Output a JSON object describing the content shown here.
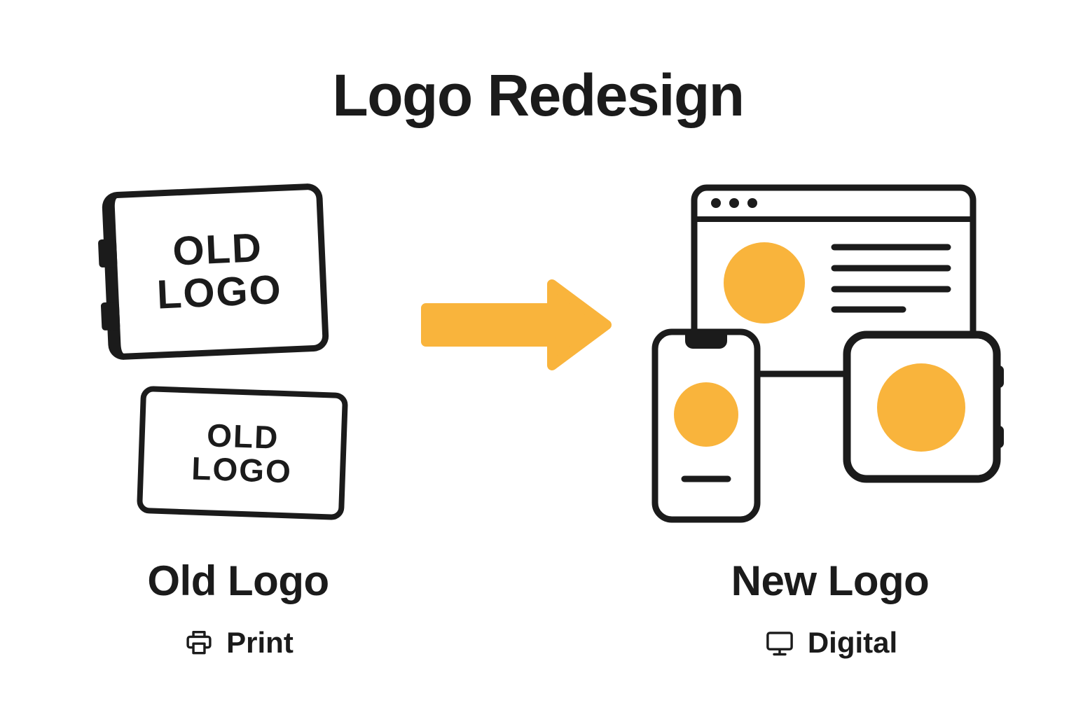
{
  "title": "Logo Redesign",
  "colors": {
    "accent": "#F9B43C",
    "ink": "#1B1B1B",
    "bg": "#FFFFFF"
  },
  "old_logo": {
    "label": "Old Logo",
    "medium": "Print",
    "icon": "printer-icon",
    "card_line1": "OLD",
    "card_line2": "LOGO"
  },
  "new_logo": {
    "label": "New Logo",
    "medium": "Digital",
    "icon": "monitor-icon"
  }
}
